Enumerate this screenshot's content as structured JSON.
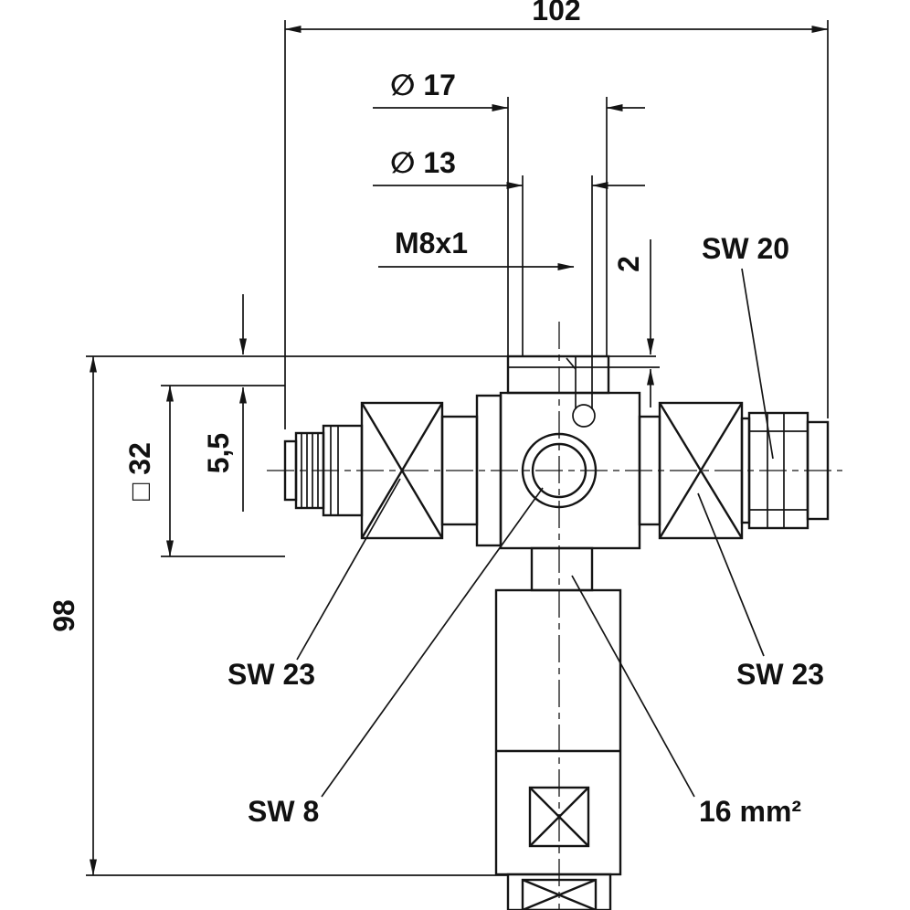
{
  "drawing": {
    "type": "technical-dimension-drawing",
    "colors": {
      "line": "#141414",
      "background": "#ffffff",
      "text": "#111111"
    },
    "labels": {
      "overall_width": "102",
      "outer_diameter": "∅ 17",
      "inner_diameter": "∅ 13",
      "thread_spec": "M8x1",
      "lip_thickness": "2",
      "sw20": "SW 20",
      "square_size": "□ 32",
      "step_height": "5,5",
      "overall_height": "98",
      "sw23_left": "SW 23",
      "sw23_right": "SW 23",
      "sw8": "SW 8",
      "conductor_area": "16 mm²"
    }
  }
}
